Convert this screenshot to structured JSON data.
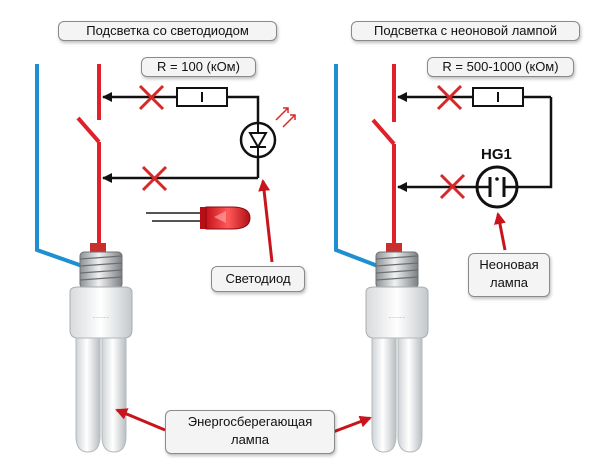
{
  "left_panel": {
    "title": "Подсветка со светодиодом",
    "resistor_label": "R = 100 (кОм)",
    "component_label": "Светодиод"
  },
  "right_panel": {
    "title": "Подсветка с неоновой лампой",
    "resistor_label": "R = 500-1000 (кОм)",
    "component_tag": "HG1",
    "component_label_line1": "Неоновая",
    "component_label_line2": "лампа"
  },
  "bottom_label_line1": "Энергосберегающая",
  "bottom_label_line2": "лампа",
  "colors": {
    "phase_wire": "#e0202a",
    "neutral_wire": "#1e8fd0",
    "circuit_wire": "#111111",
    "cross_mark": "#d62828",
    "pointer_arrow": "#c8141c"
  }
}
